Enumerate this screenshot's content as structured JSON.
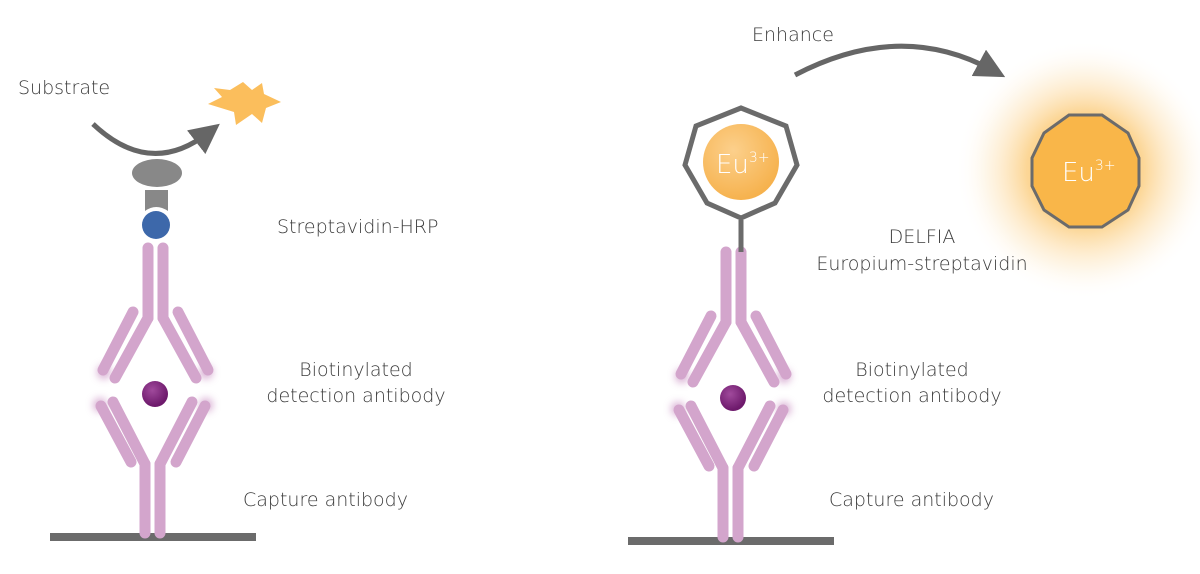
{
  "left_panel": {
    "substrate_label": "Substrate",
    "conjugate_label": "Streptavidin-HRP",
    "detection_label_line1": "Biotinylated",
    "detection_label_line2": "detection antibody",
    "capture_label": "Capture antibody"
  },
  "right_panel": {
    "enhance_label": "Enhance",
    "conjugate_label_line1": "DELFIA",
    "conjugate_label_line2": "Europium-streptavidin",
    "detection_label_line1": "Biotinylated",
    "detection_label_line2": "detection antibody",
    "capture_label": "Capture antibody",
    "ion_label": "Eu",
    "ion_charge": "3+"
  },
  "colors": {
    "antibody": "#d3a5cc",
    "analyte": "#7a1f78",
    "streptavidin": "#3d68aa",
    "hrp": "#888888",
    "europium": "#f8bb5a",
    "arrow": "#666666"
  }
}
